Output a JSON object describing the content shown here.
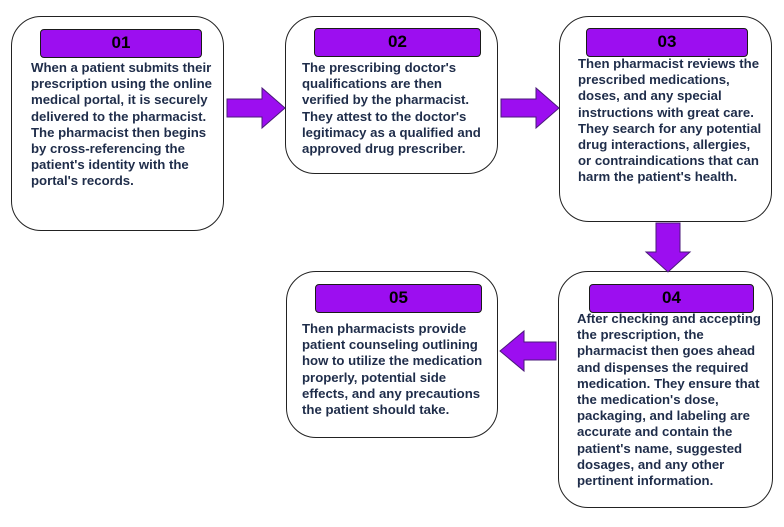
{
  "steps": [
    {
      "number": "01",
      "text": "When a patient submits their prescription using the online medical portal, it is securely delivered to the pharmacist. The pharmacist then begins by cross-referencing the patient's identity with the portal's records."
    },
    {
      "number": "02",
      "text": "The prescribing doctor's qualifications are then verified by the pharmacist. They attest to the doctor's legitimacy as a qualified and approved drug prescriber."
    },
    {
      "number": "03",
      "text": "Then pharmacist reviews the prescribed medications, doses, and any special instructions with great care. They search for any potential drug interactions, allergies, or contraindications that can harm the patient's health."
    },
    {
      "number": "04",
      "text": "After checking and accepting the prescription, the pharmacist then goes ahead and dispenses the required medication. They ensure that the medication's dose, packaging, and labeling are accurate and contain the patient's name, suggested dosages, and any other pertinent information."
    },
    {
      "number": "05",
      "text": "Then pharmacists provide patient counseling outlining how to utilize the medication properly, potential side effects, and any precautions the patient should take."
    }
  ],
  "colors": {
    "badge": "#9c0ef0",
    "arrow": "#9c0ef0",
    "text": "#1f2d4a"
  }
}
